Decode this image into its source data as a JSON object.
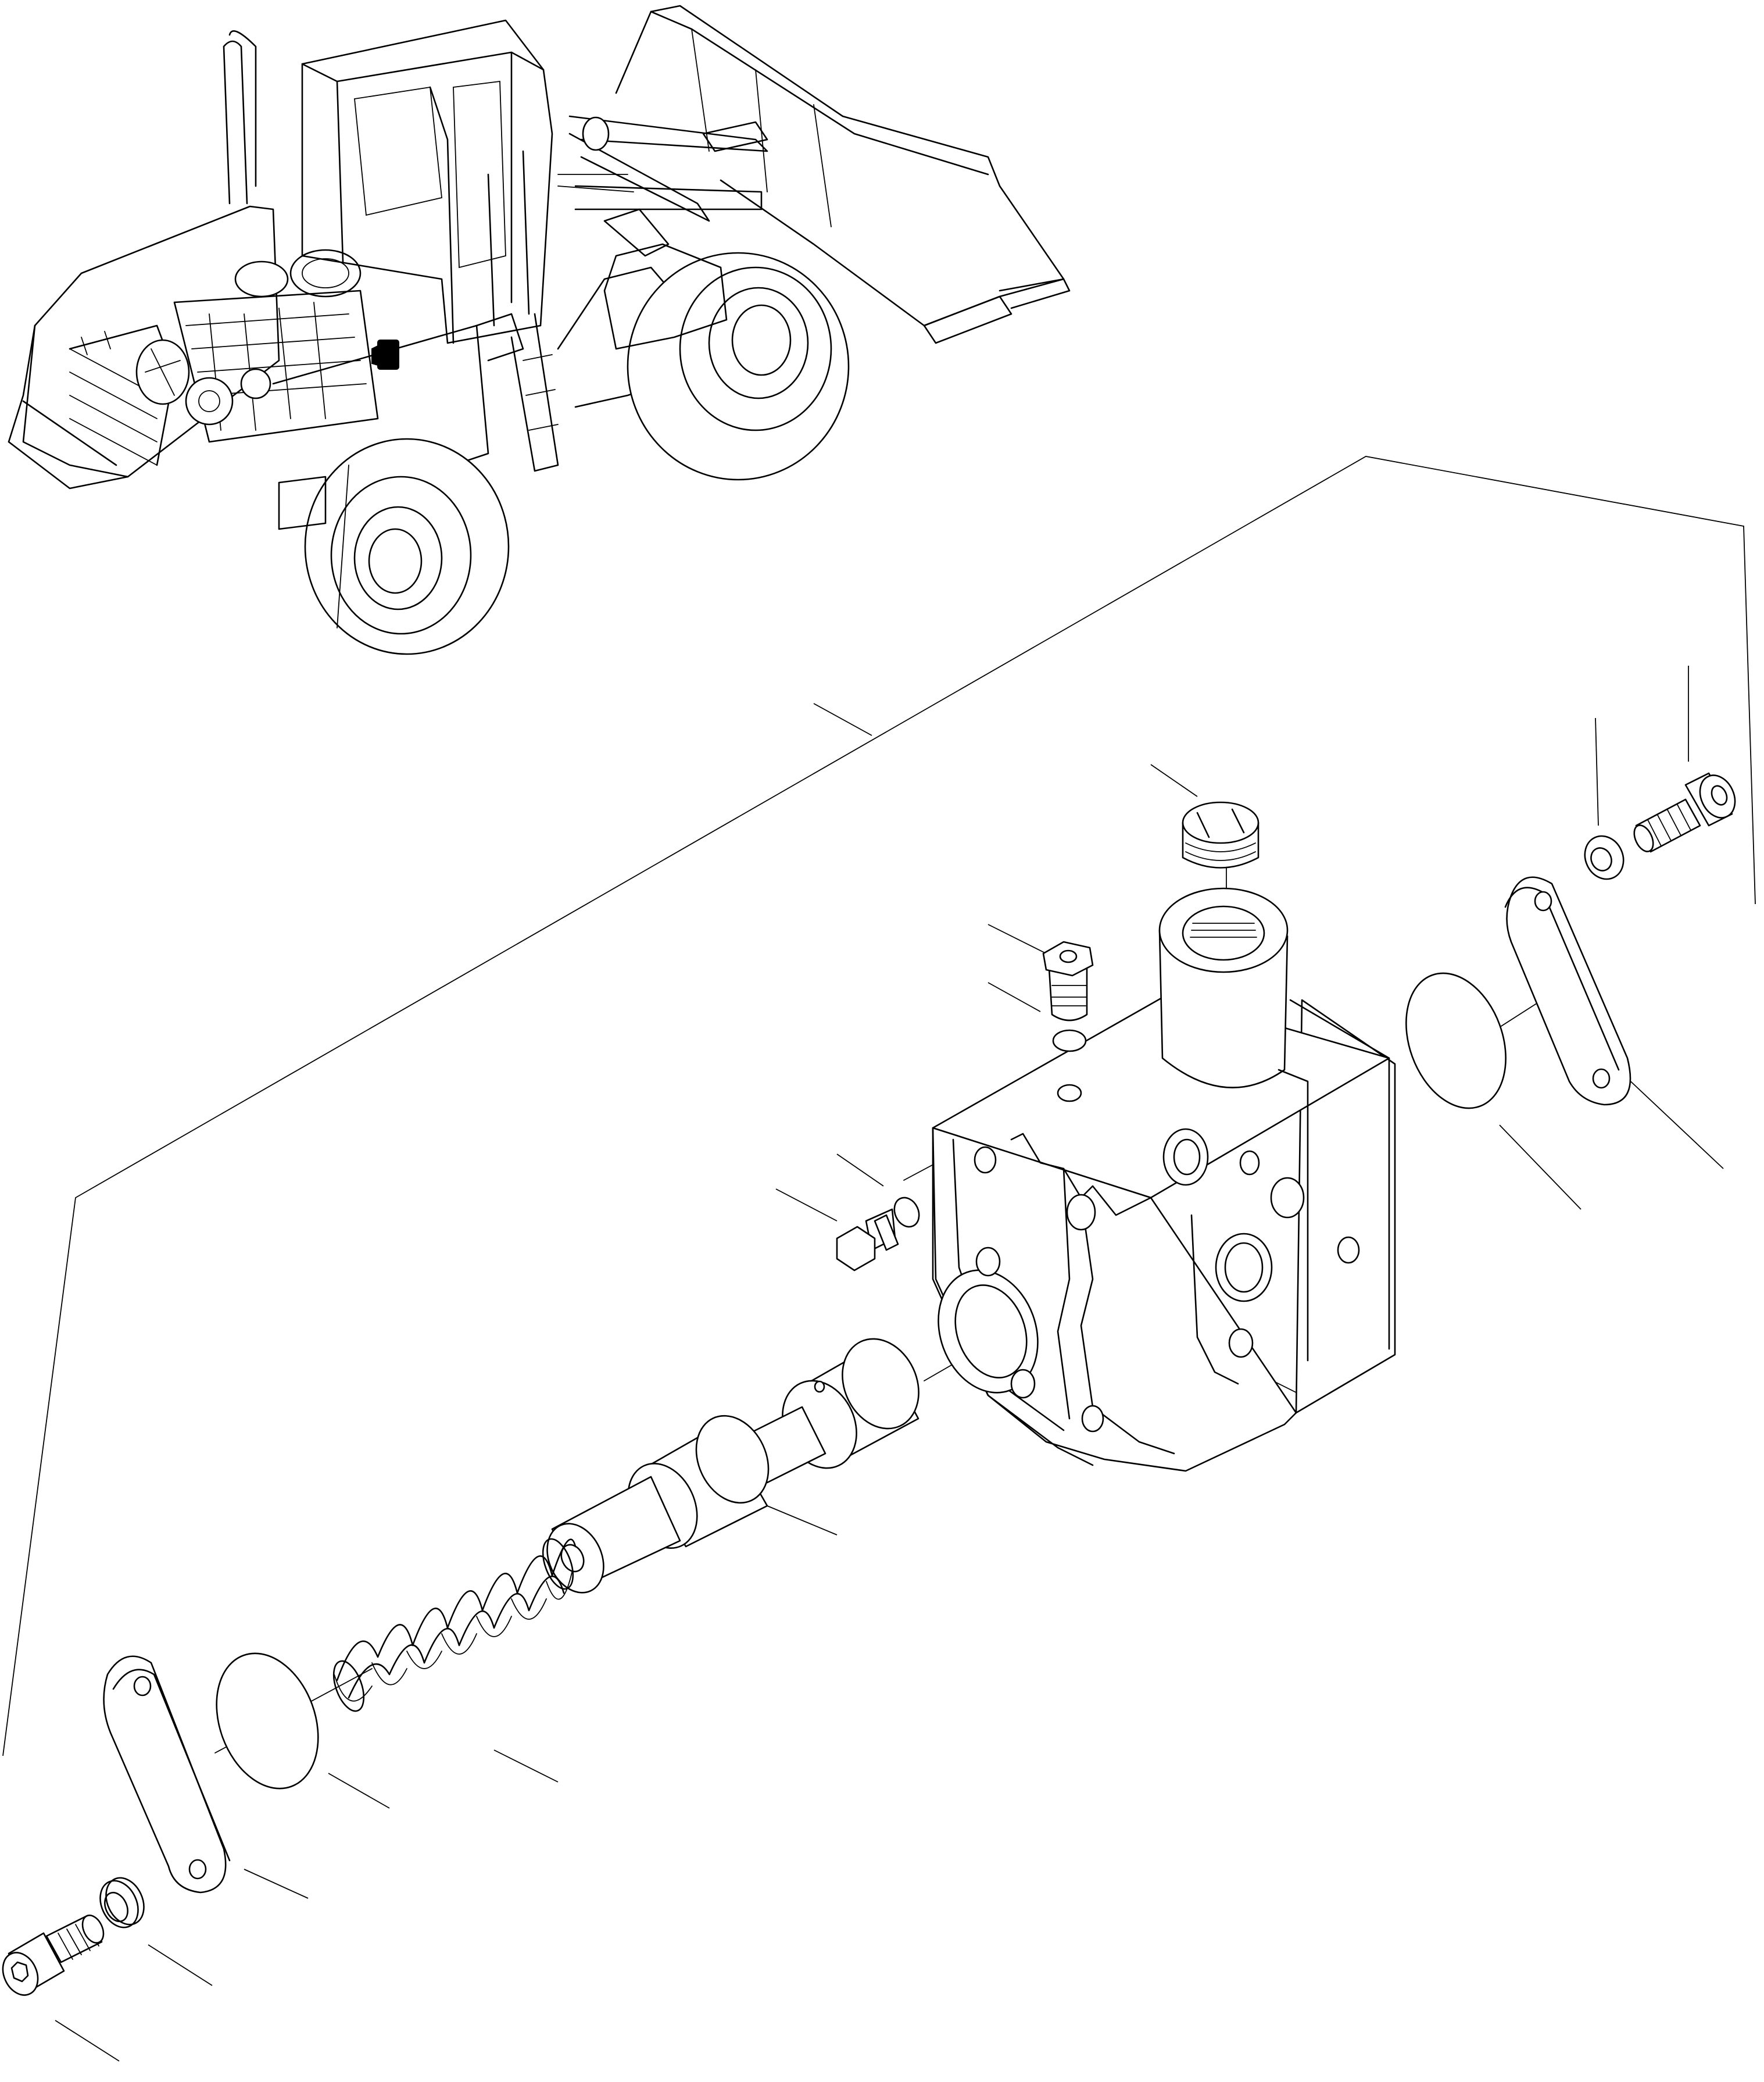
{
  "diagram": {
    "kind": "exploded-parts-illustration",
    "line_color": "#000000",
    "background_color": "#ffffff",
    "has_text_labels": false,
    "parts": [
      {
        "id": "loader-overview",
        "icon": "wheel-loader-icon"
      },
      {
        "id": "valve-body",
        "icon": "valve-housing-icon"
      },
      {
        "id": "spool",
        "icon": "spool-icon"
      },
      {
        "id": "spring",
        "icon": "coil-spring-icon"
      },
      {
        "id": "cover-left",
        "icon": "cover-plate-icon"
      },
      {
        "id": "cover-right",
        "icon": "cover-plate-icon"
      },
      {
        "id": "o-ring-left",
        "icon": "o-ring-icon"
      },
      {
        "id": "o-ring-right",
        "icon": "o-ring-icon"
      },
      {
        "id": "bolt-left",
        "icon": "socket-bolt-icon"
      },
      {
        "id": "bolt-right",
        "icon": "socket-bolt-icon"
      },
      {
        "id": "washer-left",
        "icon": "washer-icon"
      },
      {
        "id": "washer-right",
        "icon": "washer-icon"
      },
      {
        "id": "slotted-plug",
        "icon": "slotted-plug-icon"
      },
      {
        "id": "plug-top",
        "icon": "plug-icon"
      },
      {
        "id": "plug-side",
        "icon": "plug-icon"
      },
      {
        "id": "small-o-ring-top",
        "icon": "o-ring-icon"
      },
      {
        "id": "small-o-ring-side",
        "icon": "o-ring-icon"
      }
    ]
  }
}
